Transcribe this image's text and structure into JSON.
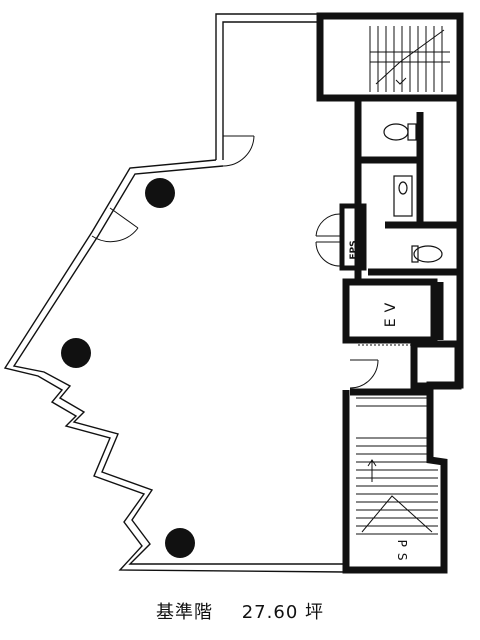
{
  "plan": {
    "labels": {
      "eps": "EPS",
      "ev": "EV",
      "ps": "PS"
    },
    "caption": {
      "floor": "基準階",
      "area": "27.60 坪"
    }
  }
}
